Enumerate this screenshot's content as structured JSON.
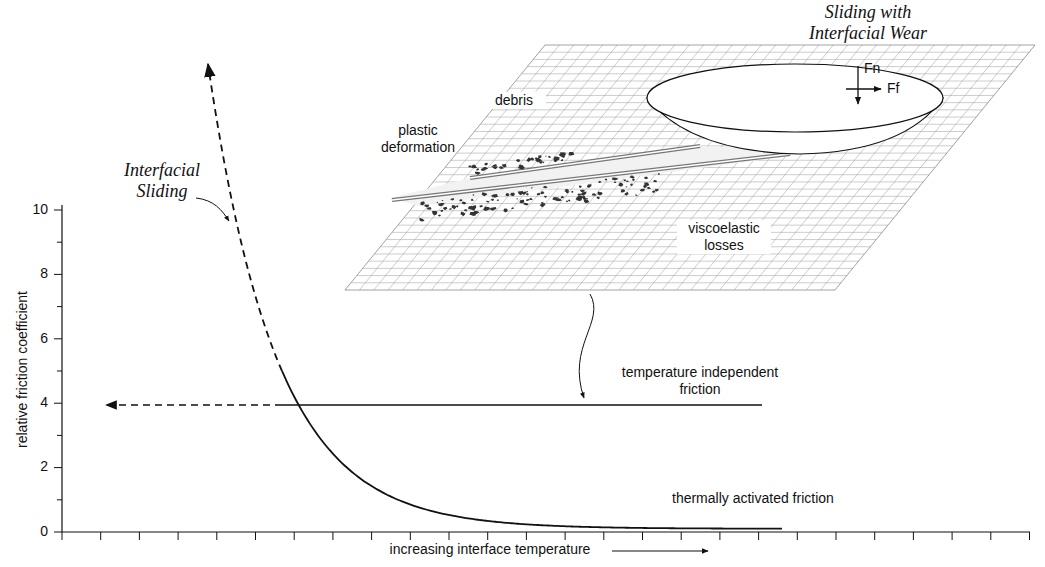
{
  "diagram": {
    "labels": [
      "Sliding with Interfacial Wear",
      "Fn",
      "Ff",
      "debris",
      "plastic deformation",
      "viscoelastic losses",
      "Interfacial Sliding",
      "10",
      "8",
      "6",
      "4",
      "2",
      "0",
      "temperature independent friction",
      "thermally activated friction",
      "relative friction coefficient",
      "increasing interface temperature"
    ]
  }
}
